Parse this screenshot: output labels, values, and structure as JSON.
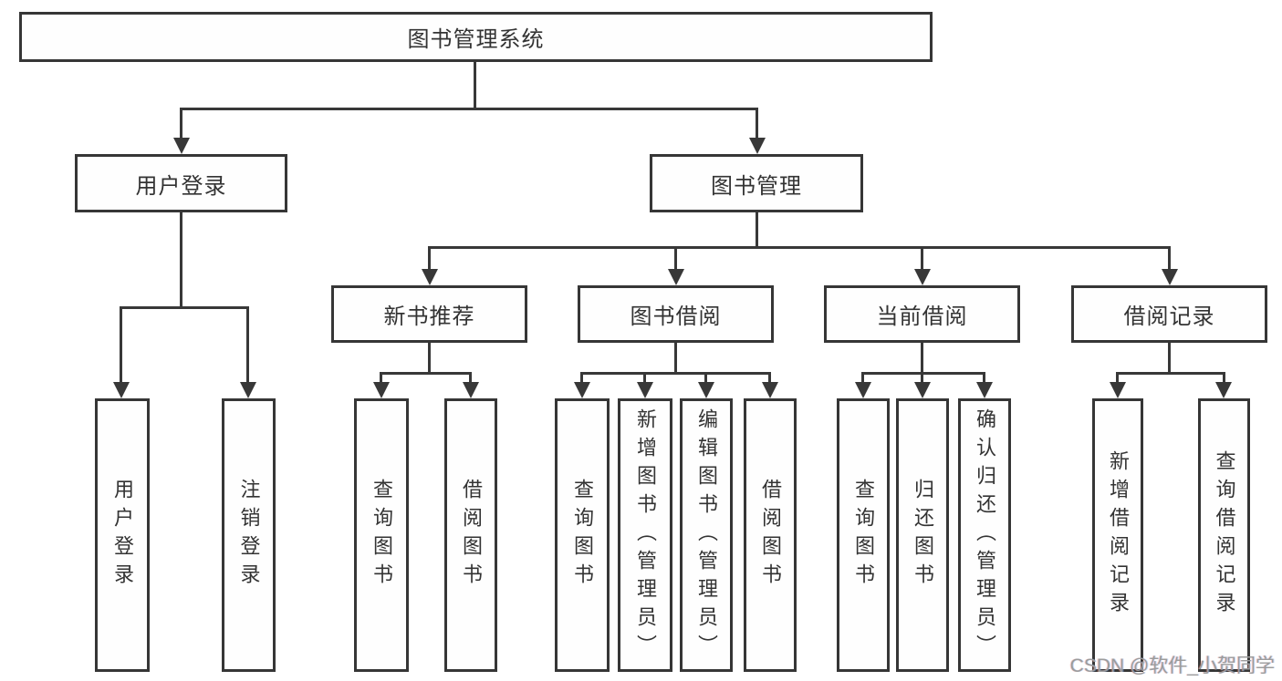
{
  "diagram": {
    "root": {
      "label": "图书管理系统"
    },
    "level2": [
      {
        "label": "用户登录",
        "children": [
          {
            "label": "用户登录"
          },
          {
            "label": "注销登录"
          }
        ]
      },
      {
        "label": "图书管理",
        "children": [
          {
            "label": "新书推荐",
            "children": [
              {
                "label": "查询图书"
              },
              {
                "label": "借阅图书"
              }
            ]
          },
          {
            "label": "图书借阅",
            "children": [
              {
                "label": "查询图书"
              },
              {
                "label": "新增图书（管理员）"
              },
              {
                "label": "编辑图书（管理员）"
              },
              {
                "label": "借阅图书"
              }
            ]
          },
          {
            "label": "当前借阅",
            "children": [
              {
                "label": "查询图书"
              },
              {
                "label": "归还图书"
              },
              {
                "label": "确认归还（管理员）"
              }
            ]
          },
          {
            "label": "借阅记录",
            "children": [
              {
                "label": "新增借阅记录"
              },
              {
                "label": "查询借阅记录"
              }
            ]
          }
        ]
      }
    ]
  },
  "watermark": {
    "text": "CSDN @软件_小贺同学"
  }
}
